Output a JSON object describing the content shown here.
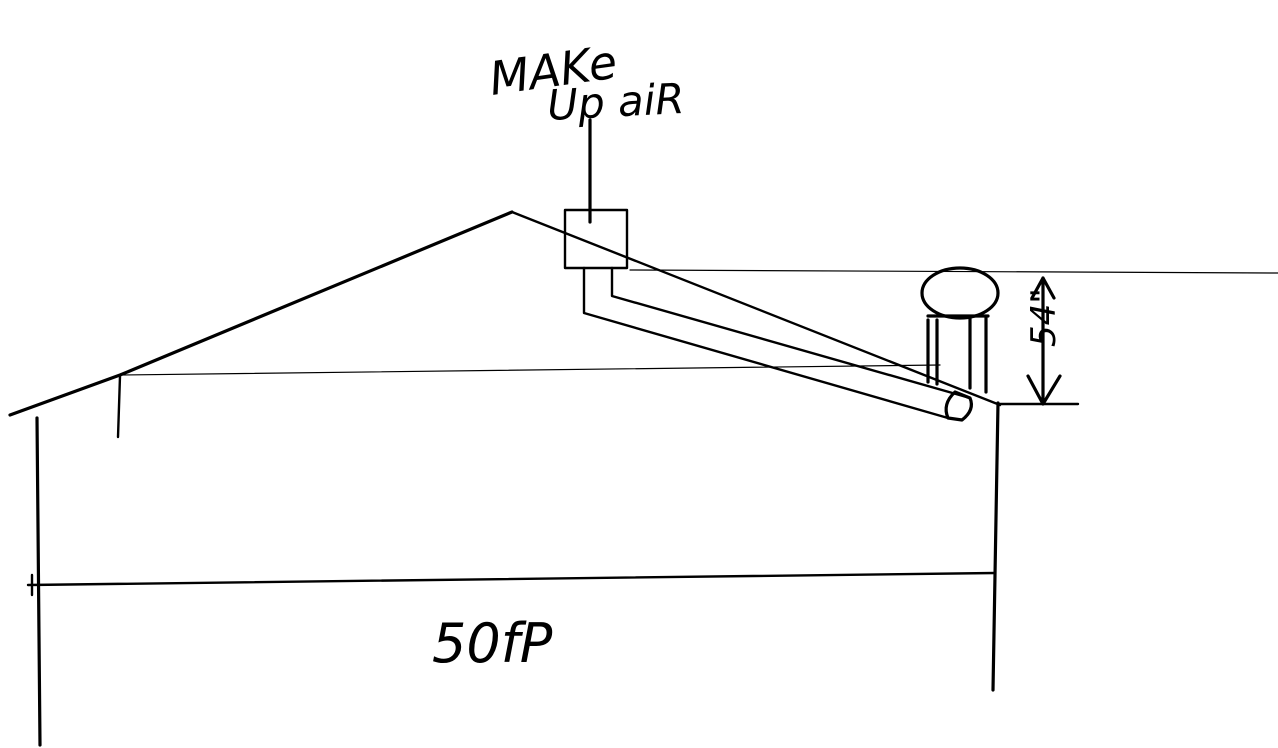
{
  "labels": {
    "make_up_air_line1": "MAKe",
    "make_up_air_line2": "Up aiR",
    "height_dimension": "54\"",
    "width_dimension": "50fP"
  },
  "colors": {
    "ink": "#000000",
    "paper": "#ffffff"
  },
  "icons": {
    "unit": "rooftop-unit-icon",
    "curb": "roof-curb-icon",
    "arrow": "dimension-arrow-icon"
  }
}
